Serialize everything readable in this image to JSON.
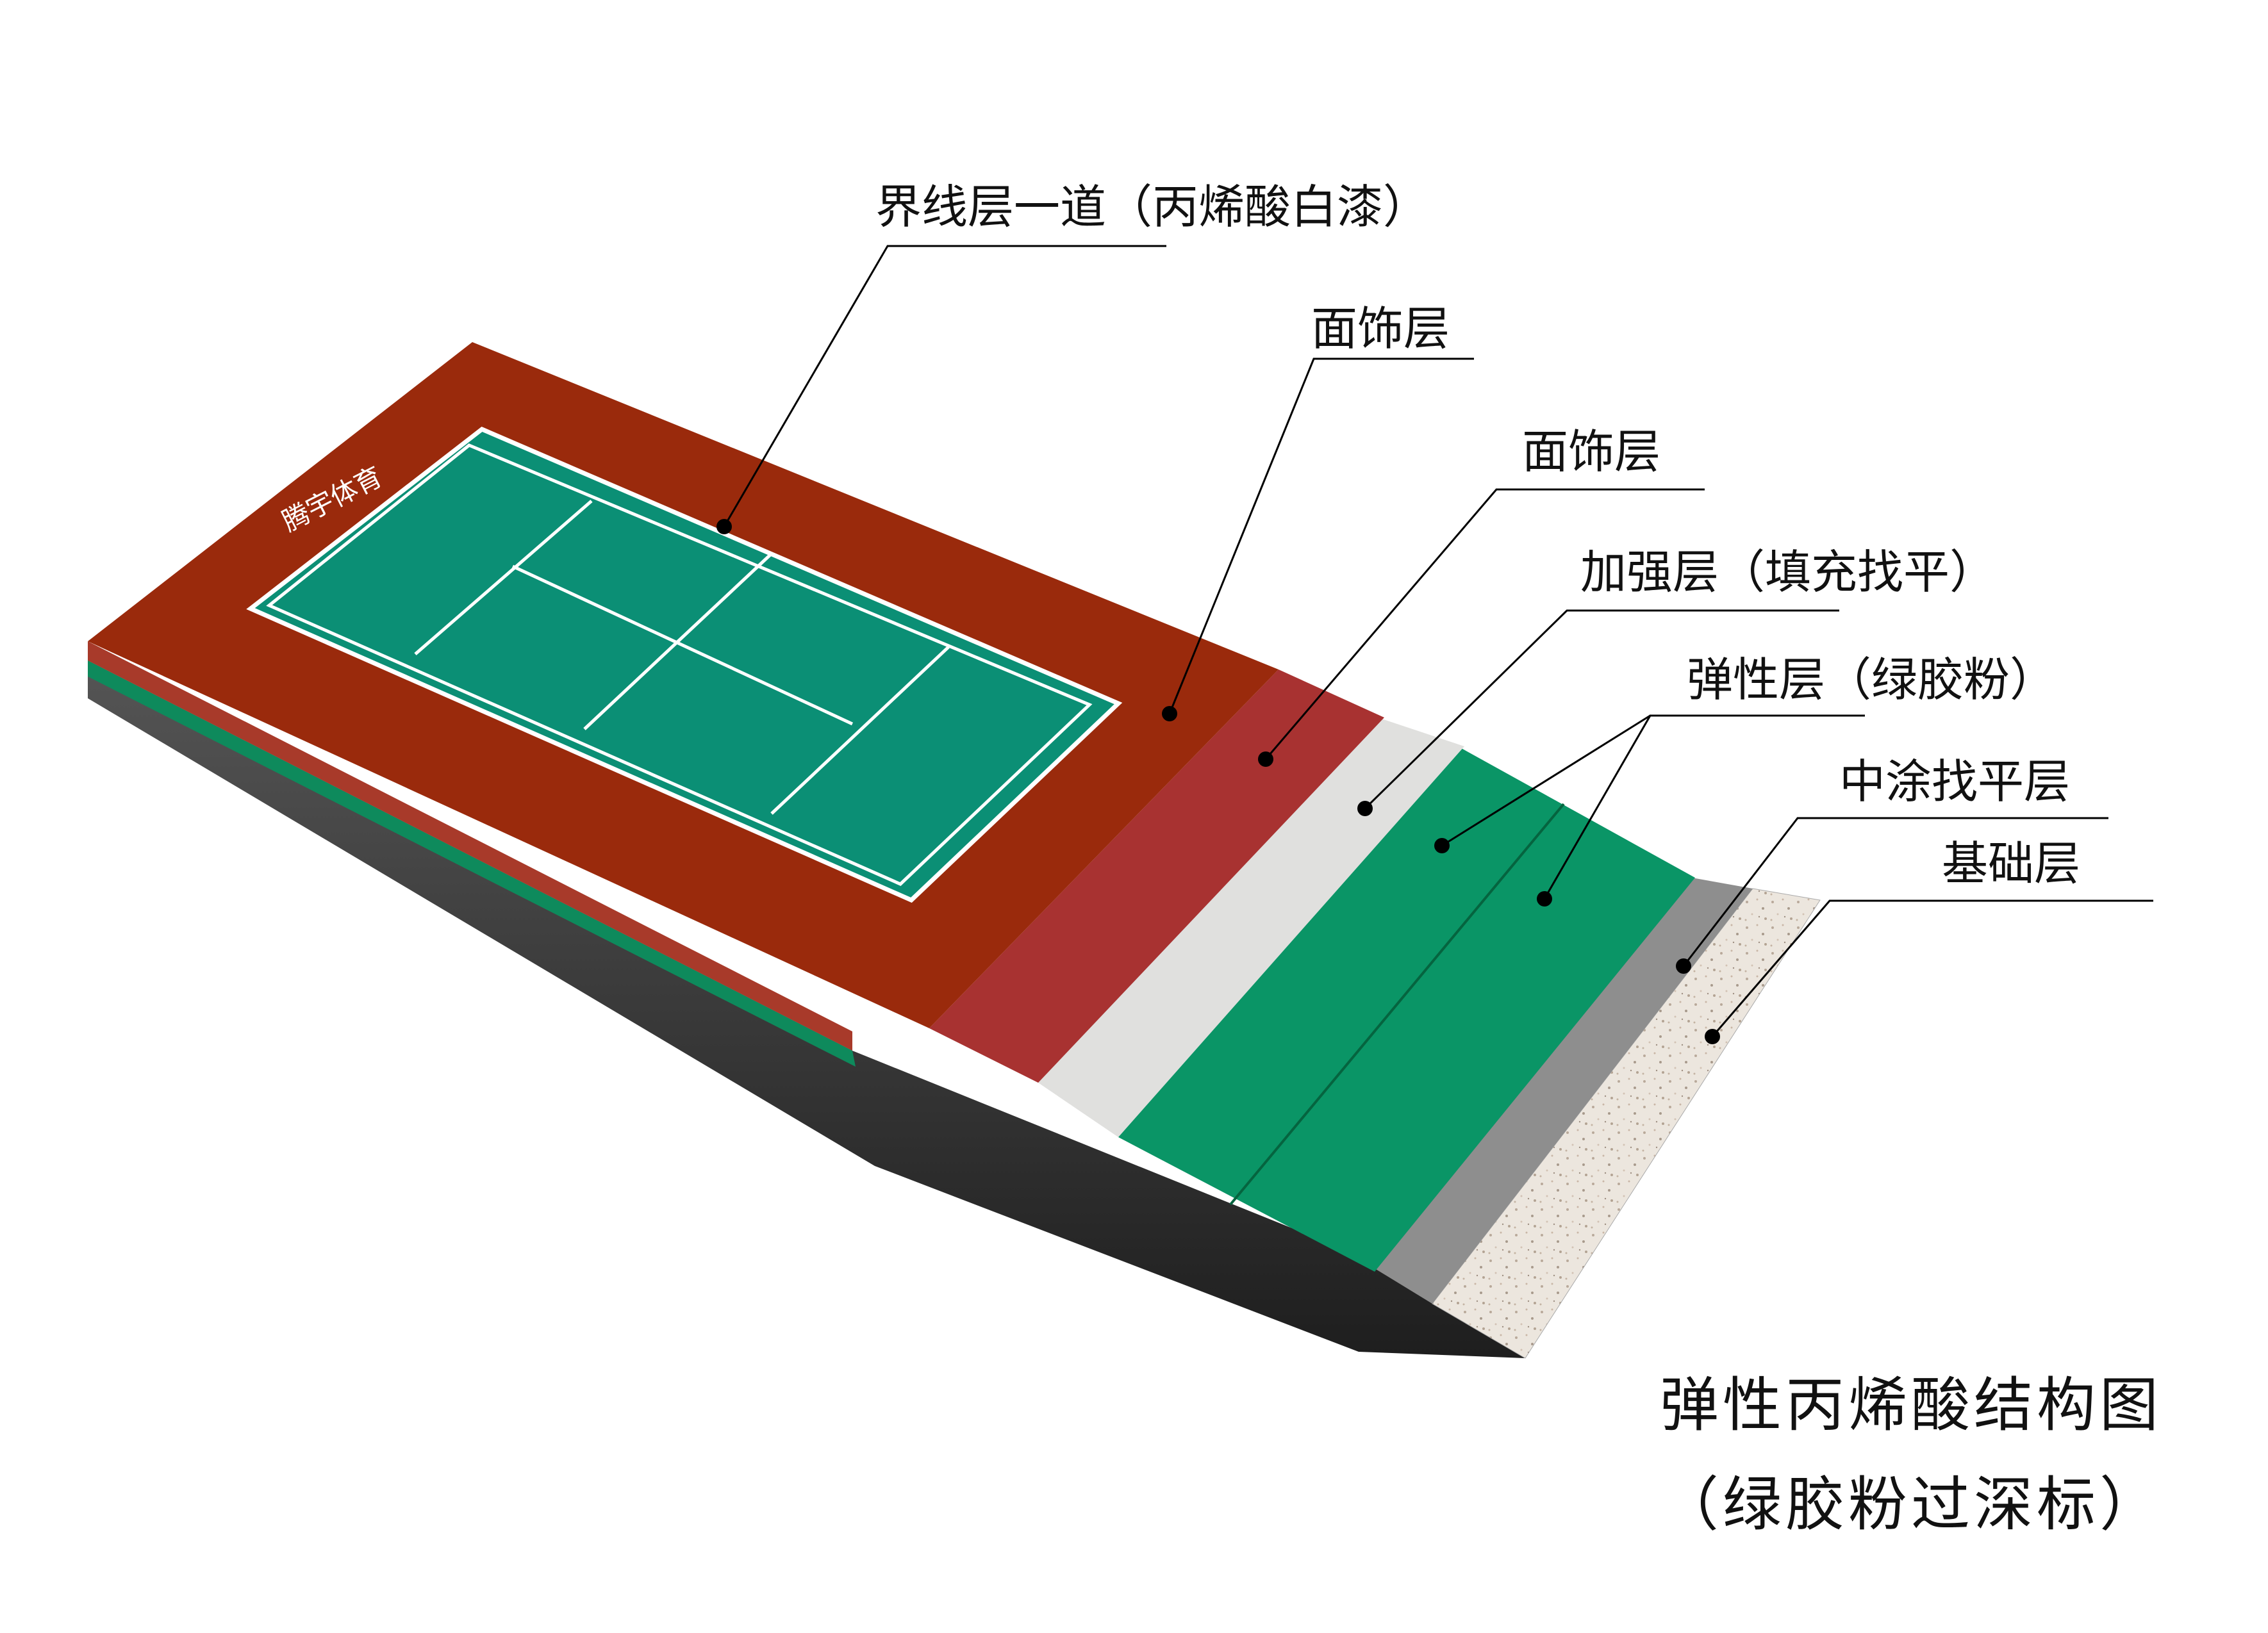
{
  "labels": {
    "line_layer": "界线层一道（丙烯酸白漆）",
    "surface_layer_1": "面饰层",
    "surface_layer_2": "面饰层",
    "reinforce_layer": "加强层（填充找平）",
    "elastic_layer": "弹性层（绿胶粉）",
    "mid_level_layer": "中涂找平层",
    "base_layer": "基础层"
  },
  "brand": "腾宇体育",
  "title": {
    "line1": "弹性丙烯酸结构图",
    "line2": "（绿胶粉过深标）"
  },
  "colors": {
    "outer_court": "#9a2a0c",
    "inner_court": "#0b8f75",
    "court_lines": "#ffffff",
    "surface_strip": "#a83231",
    "reinforce_strip": "#e0e0de",
    "elastic_strip": "#0a9566",
    "mid_level_strip": "#8e8e8e",
    "base_strip": "#ece6de",
    "slab_side": "#3a3a3a"
  }
}
